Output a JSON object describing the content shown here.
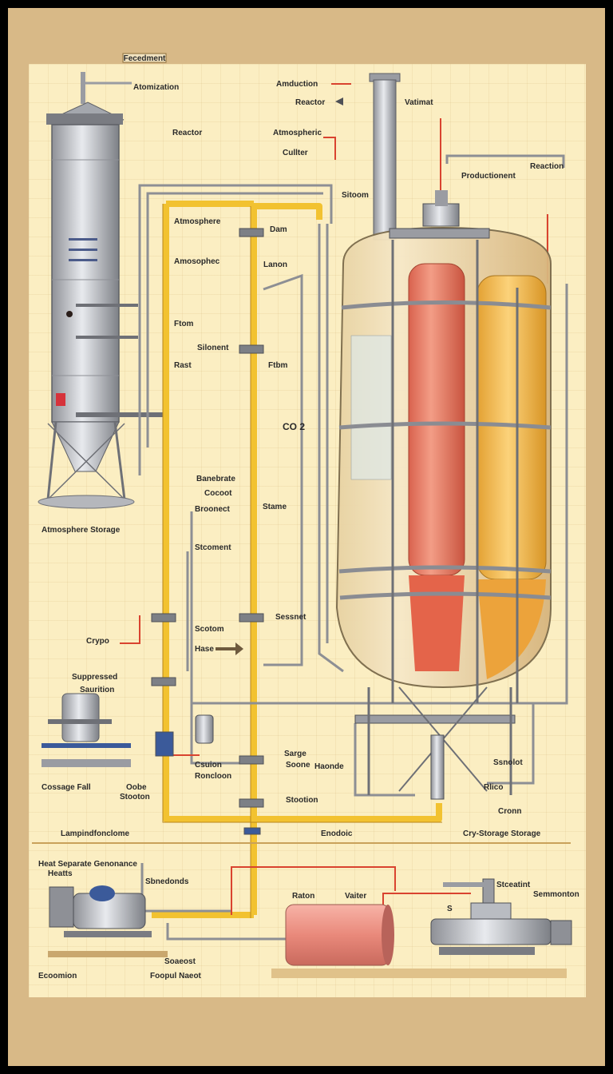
{
  "header": {
    "title_tag": "Fecedment"
  },
  "labels": {
    "tower_top": "Atomization",
    "amduction": "Amduction",
    "reactor_arrow": "Reactor",
    "vatimat": "Vatimat",
    "reactor_left": "Reactor",
    "atmospheric": "Atmospheric",
    "cullter": "Cullter",
    "production": "Productionent",
    "reaction": "Reaction",
    "sitoom": "Sitoom",
    "atmosphere_pipe": "Atmosphere",
    "amosphec": "Amosophec",
    "dam": "Dam",
    "lanon": "Lanon",
    "ftom": "Ftom",
    "silonent": "Silonent",
    "ftbm": "Ftbm",
    "rest": "Rast",
    "co2": "CO 2",
    "atmosphere_storage": "Atmosphere Storage",
    "banebrate": "Banebrate",
    "cocoot": "Cocoot",
    "bronnect": "Broonect",
    "stame": "Stame",
    "stcomint": "Stcoment",
    "crypo": "Crypo",
    "scotom": "Scotom",
    "sessnet": "Sessnet",
    "hase": "Hase",
    "suppresented": "Suppressed",
    "sauriton": "Saurition",
    "cossage_fall": "Cossage Fall",
    "oobe": "Oobe",
    "stooton": "Stooton",
    "csuion": "Csuion",
    "roncloon": "Roncloon",
    "sarge": "Sarge",
    "sarge_sub": "Soone",
    "haonde": "Haonde",
    "stootion": "Stootion",
    "ssnolot": "Ssnolot",
    "rlico": "Rlico",
    "cronn": "Cronn",
    "lampindfonctione": "Lampindfonclome",
    "enodoic": "Enodoic",
    "cryo_storage": "Cry-Storage Storage",
    "heat_separate": "Heat Separate Genonance",
    "hearth": "Heatts",
    "sbnedonds": "Sbnedonds",
    "raton": "Raton",
    "vaiter": "Vaiter",
    "s_mark": "S",
    "stceatint": "Stceatint",
    "semmonton": "Semmonton",
    "ecoomion": "Ecoomion",
    "foopul_naeot": "Foopul Naeot",
    "soaeost": "Soaeost"
  },
  "colors": {
    "frame": "#d8b987",
    "sheet": "#fbeec2",
    "pipe_yellow": "#f2c230",
    "pipe_grey": "#8d8f94",
    "pipe_red": "#d9432f",
    "vessel_red": "#e8745f",
    "vessel_gold": "#f0b33f",
    "steel": "#b9bcc2"
  },
  "icons": [
    "arrow-right-icon",
    "valve-icon",
    "pump-icon",
    "tank-icon"
  ]
}
